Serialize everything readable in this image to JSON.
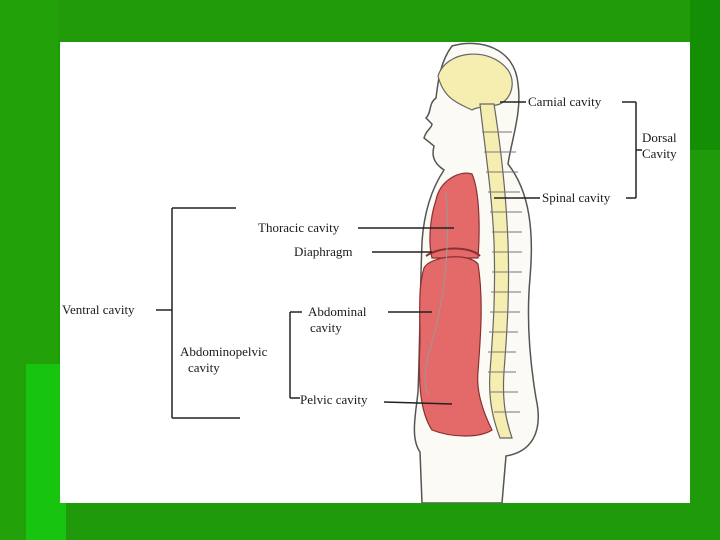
{
  "colors": {
    "slide_background": "#1f9a0a",
    "accent_block": "#17c40f",
    "panel": "#ffffff",
    "cavity_fill": "#e46a6a",
    "bone_fill": "#f6eeb0"
  },
  "labels": {
    "cranial_cavity": "Carnial cavity",
    "dorsal_cavity_line1": "Dorsal",
    "dorsal_cavity_line2": "Cavity",
    "spinal_cavity": "Spinal cavity",
    "thoracic_cavity": "Thoracic cavity",
    "diaphragm": "Diaphragm",
    "ventral_cavity": "Ventral cavity",
    "abdominal_cavity_line1": "Abdominal",
    "abdominal_cavity_line2": "cavity",
    "abdominopelvic_cavity_line1": "Abdominopelvic",
    "abdominopelvic_cavity_line2": "cavity",
    "pelvic_cavity": "Pelvic cavity"
  }
}
